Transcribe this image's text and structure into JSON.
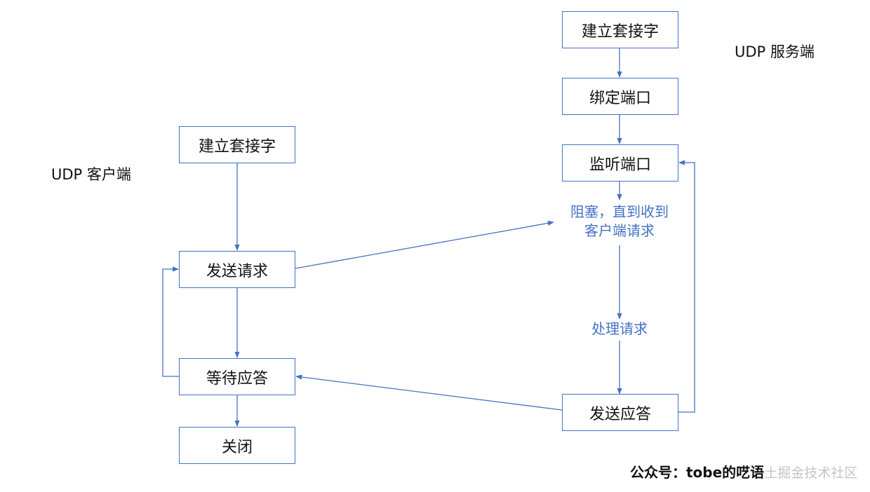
{
  "server": {
    "title": "UDP 服务端",
    "nodes": {
      "create_socket": "建立套接字",
      "bind_port": "绑定端口",
      "listen_port": "监听端口",
      "block_until": "阻塞，直到收到",
      "block_until_line2": "客户端请求",
      "process_request": "处理请求",
      "send_response": "发送应答"
    }
  },
  "client": {
    "title": "UDP 客户端",
    "nodes": {
      "create_socket": "建立套接字",
      "send_request": "发送请求",
      "wait_response": "等待应答",
      "close": "关闭"
    }
  },
  "watermark": {
    "main": "公众号：tobe的呓语",
    "sub": "土掘金技术社区"
  },
  "colors": {
    "accent": "#4472c4",
    "text": "#111111"
  }
}
